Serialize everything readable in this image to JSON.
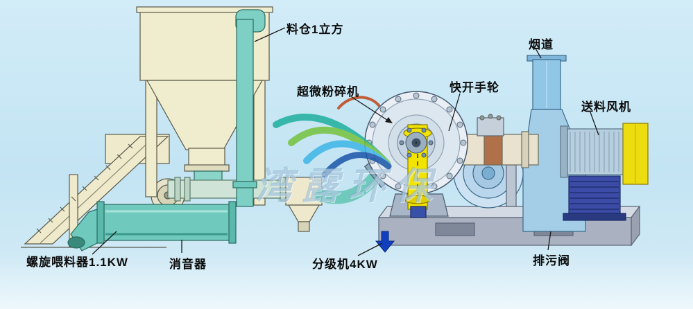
{
  "labels": {
    "hopper": "料仓1立方",
    "flue": "烟道",
    "pulverizer": "超微粉碎机",
    "handwheel": "快开手轮",
    "feed_fan": "送料风机",
    "screw_feeder": "螺旋喂料器1.1KW",
    "muffler": "消音器",
    "classifier": "分级机4KW",
    "drain_valve": "排污阀"
  },
  "watermark": {
    "text": "湾露环保"
  },
  "colors": {
    "background": "#c3e4f3",
    "equipment_beige": "#f0ecce",
    "pipe_green": "#6fc9bc",
    "fan_blue": "#a4cee8",
    "classifier_yellow": "#f2e400",
    "motor_blue": "#3c4ca6",
    "base_gray": "#aab2c2",
    "arrow_blue": "#1040c0",
    "label_text": "#0c0c0c"
  }
}
